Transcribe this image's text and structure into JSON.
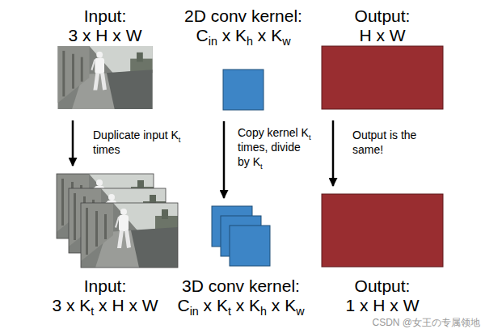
{
  "diagram": {
    "nodes": [
      {
        "text": [
          "Input:",
          "3 x H x W"
        ]
      },
      {
        "text": [
          "2D conv kernel:",
          "Cin x Kh x Kw"
        ]
      },
      {
        "text": [
          "Output:",
          "H x W"
        ]
      },
      {
        "text": [
          "Input:",
          "3 x Kt x H x W"
        ]
      },
      {
        "text": [
          "3D conv kernel:",
          "Cin x Kt x Kh x Kw"
        ]
      },
      {
        "text": [
          "Output:",
          "1 x H x W"
        ]
      }
    ],
    "edges": [
      {
        "from": 0,
        "to": 3,
        "arrow": "to",
        "label": "Duplicate input Kt times"
      },
      {
        "from": 1,
        "to": 4,
        "arrow": "to",
        "label": "Copy kernel Kt times, divide by Kt"
      },
      {
        "from": 2,
        "to": 5,
        "arrow": "to",
        "label": "Output is the same!"
      }
    ],
    "labels": [
      "CSDN @女王の专属领地"
    ]
  }
}
